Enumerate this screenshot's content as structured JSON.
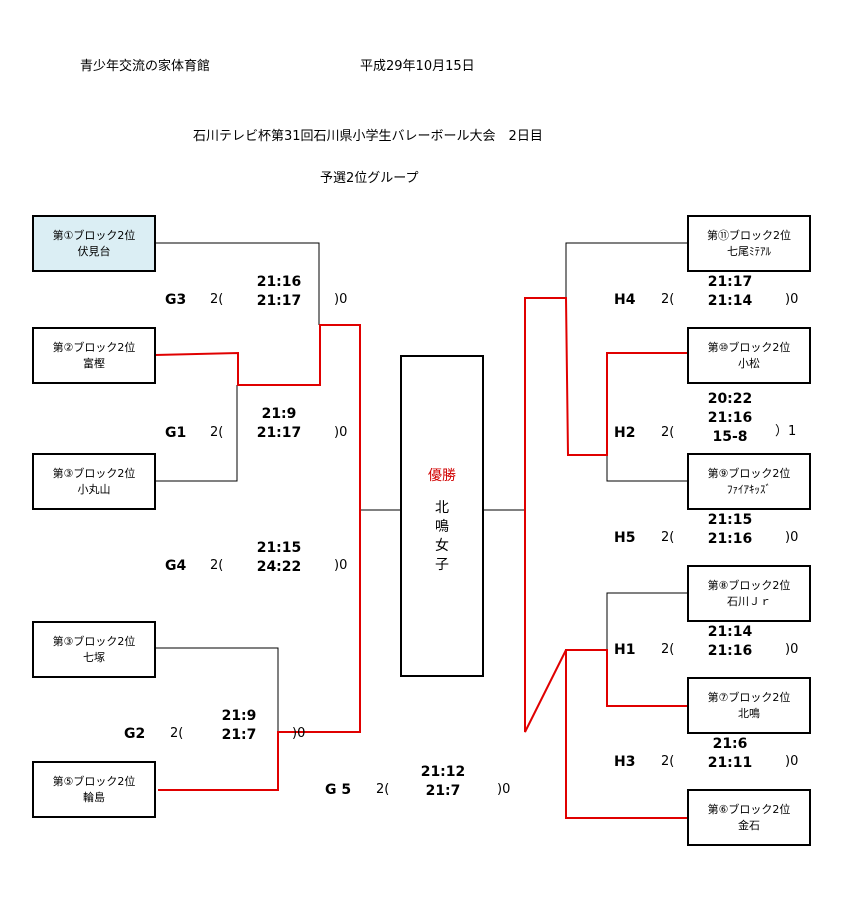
{
  "header": {
    "venue": "青少年交流の家体育館",
    "date": "平成29年10月15日",
    "title": "石川テレビ杯第31回石川県小学生バレーボール大会　2日目",
    "subtitle": "予選2位グループ"
  },
  "teams": {
    "fushimidai": {
      "rank": "第①ブロック2位",
      "name": "伏見台"
    },
    "tomigashi": {
      "rank": "第②ブロック2位",
      "name": "富樫"
    },
    "komaruyama": {
      "rank": "第③ブロック2位",
      "name": "小丸山"
    },
    "shichizuka": {
      "rank": "第③ブロック2位",
      "name": "七塚"
    },
    "wajima": {
      "rank": "第⑤ブロック2位",
      "name": "輪島"
    },
    "nanao": {
      "rank": "第⑪ブロック2位",
      "name": "七尾ﾐﾃｱﾙ"
    },
    "komatsu": {
      "rank": "第⑩ブロック2位",
      "name": "小松"
    },
    "fire": {
      "rank": "第⑨ブロック2位",
      "name": "ﾌｧｲｱｷｯｽﾞ"
    },
    "ishikawa": {
      "rank": "第⑧ブロック2位",
      "name": "石川Ｊｒ"
    },
    "hokumei": {
      "rank": "第⑦ブロック2位",
      "name": "北鳴"
    },
    "kanaiwa": {
      "rank": "第⑥ブロック2位",
      "name": "金石"
    }
  },
  "matches": {
    "g3": {
      "label": "G3",
      "win": "2(",
      "s1": "21:16",
      "s2": "21:17",
      "lose": ")0"
    },
    "g1": {
      "label": "G1",
      "win": "2(",
      "s1": "21:9",
      "s2": "21:17",
      "lose": ")0"
    },
    "g4": {
      "label": "G4",
      "win": "2(",
      "s1": "21:15",
      "s2": "24:22",
      "lose": ")0"
    },
    "g2": {
      "label": "G2",
      "win": "2(",
      "s1": "21:9",
      "s2": "21:7",
      "lose": ")0"
    },
    "g5": {
      "label": "G 5",
      "win": "2(",
      "s1": "21:12",
      "s2": "21:7",
      "lose": ")0"
    },
    "h4": {
      "label": "H4",
      "win": "2(",
      "s1": "21:17",
      "s2": "21:14",
      "lose": ")0"
    },
    "h2": {
      "label": "H2",
      "win": "2(",
      "s1": "20:22",
      "s2": "21:16",
      "s3": "15-8",
      "lose": "）1"
    },
    "h5": {
      "label": "H5",
      "win": "2(",
      "s1": "21:15",
      "s2": "21:16",
      "lose": ")0"
    },
    "h1": {
      "label": "H1",
      "win": "2(",
      "s1": "21:14",
      "s2": "21:16",
      "lose": ")0"
    },
    "h3": {
      "label": "H3",
      "win": "2(",
      "s1": "21:6",
      "s2": "21:11",
      "lose": ")0"
    }
  },
  "champion": {
    "title": "優勝",
    "name_chars": [
      "北",
      "鳴",
      "女",
      "子"
    ]
  },
  "colors": {
    "winner_line": "#e00000",
    "line": "#000000",
    "highlight_box": "#dbeef4"
  }
}
